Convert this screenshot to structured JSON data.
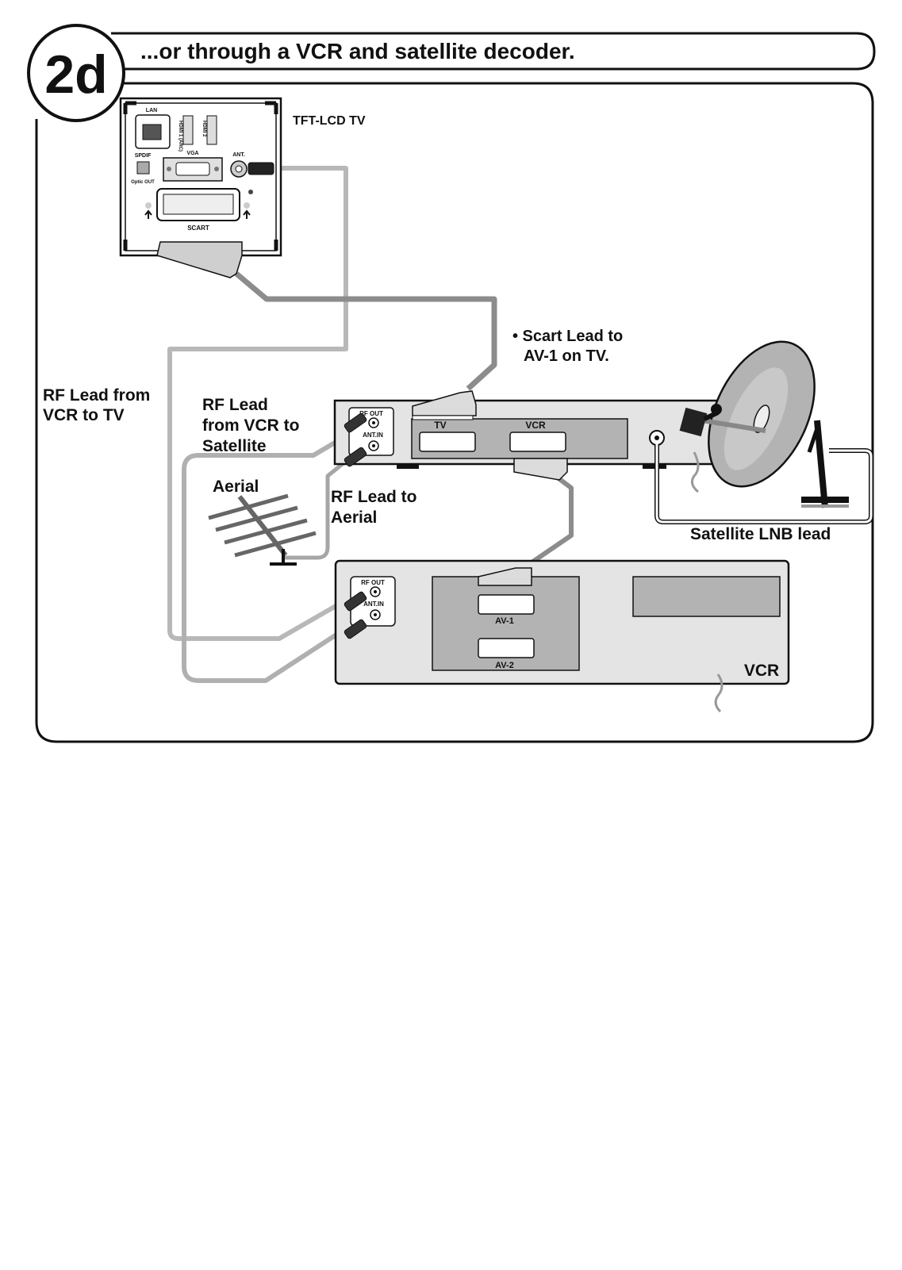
{
  "header": {
    "step_number": "2d",
    "title": "...or through a VCR and satellite decoder."
  },
  "tv_panel": {
    "label": "TFT-LCD TV",
    "port_lan": "LAN",
    "port_hdmi1": "HDMI 1 (ARC)",
    "port_hdmi2": "HDMI 2",
    "port_spdif": "SPDIF",
    "port_optic_out": "Optic OUT",
    "port_vga": "VGA",
    "port_ant": "ANT.",
    "port_scart": "SCART"
  },
  "satellite_decoder": {
    "rf_out": "RF OUT",
    "ant_in": "ANT.IN",
    "scart_tv": "TV",
    "scart_vcr": "VCR"
  },
  "vcr": {
    "label": "VCR",
    "rf_out": "RF OUT",
    "ant_in": "ANT.IN",
    "scart_av1": "AV-1",
    "scart_av2": "AV-2"
  },
  "annotations": {
    "scart_lead_line1": "• Scart Lead to",
    "scart_lead_line2": "AV-1 on TV.",
    "rf_vcr_tv_line1": "RF Lead from",
    "rf_vcr_tv_line2": "VCR to TV",
    "rf_vcr_sat_line1": "RF Lead",
    "rf_vcr_sat_line2": "from VCR to",
    "rf_vcr_sat_line3": "Satellite",
    "aerial": "Aerial",
    "rf_aerial_line1": "RF Lead to",
    "rf_aerial_line2": "Aerial",
    "lnb_lead": "Satellite LNB lead"
  },
  "colors": {
    "cable_dark": "#8c8c8c",
    "cable_light": "#b8b8b8",
    "device_fill": "#e4e4e4",
    "panel_fill": "#b3b3b3",
    "outline": "#111111"
  }
}
